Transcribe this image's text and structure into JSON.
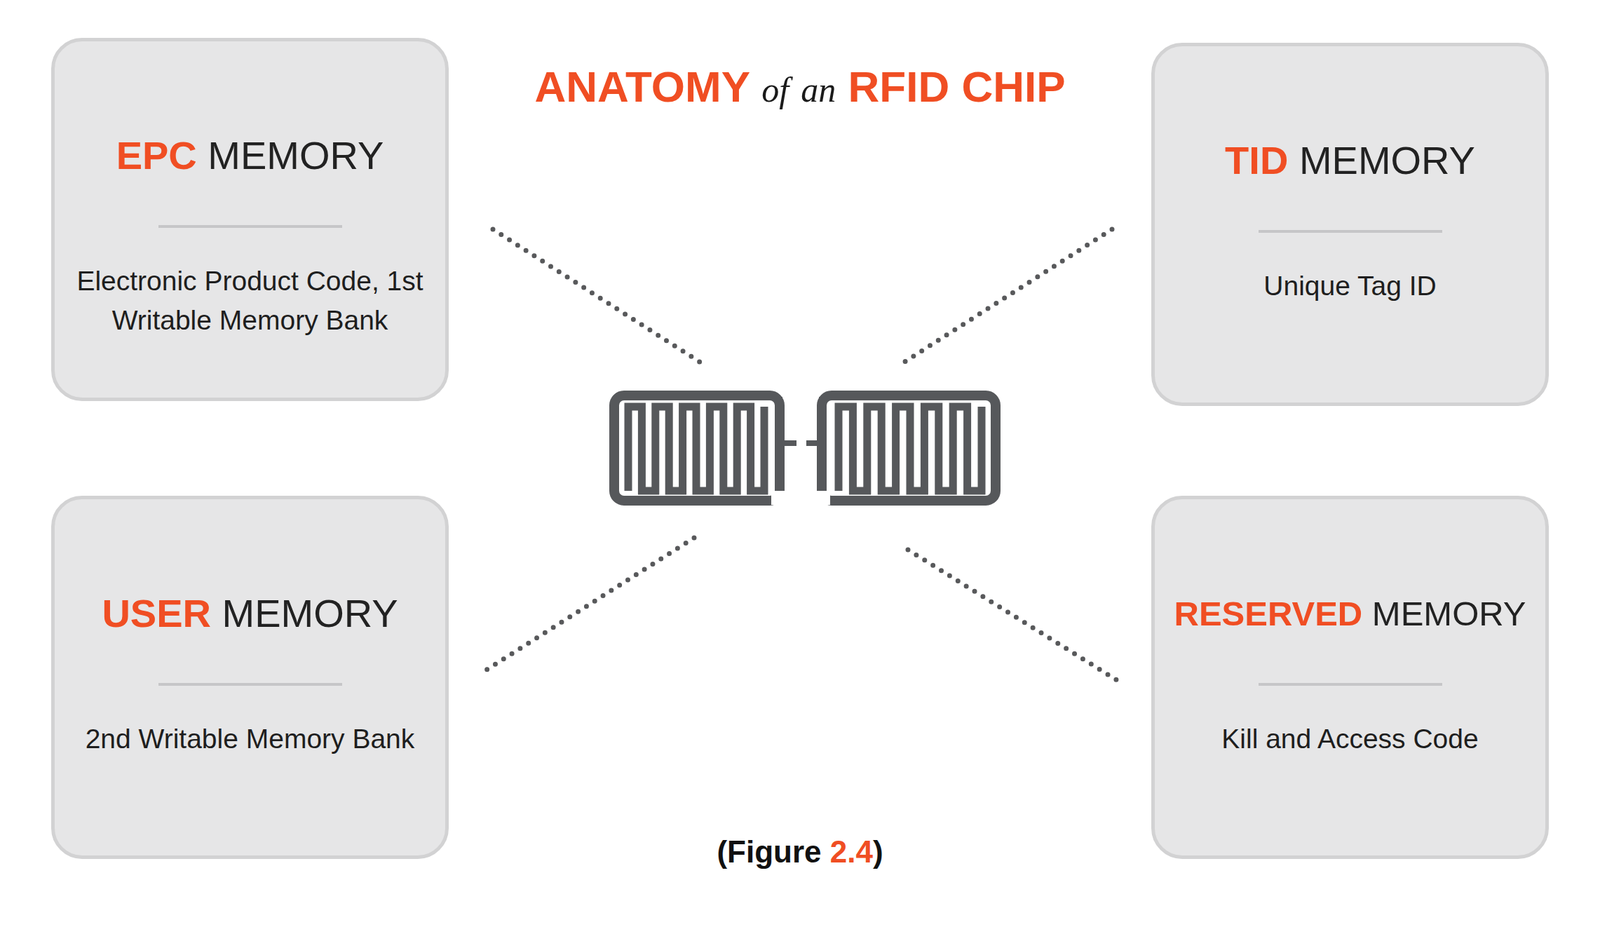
{
  "diagram": {
    "title": "ANATOMY of an RFID CHIP",
    "caption": "(Figure 2.4)",
    "nodes": [
      {
        "text": [
          "EPC MEMORY",
          "Electronic Product Code, 1st Writable Memory Bank"
        ]
      },
      {
        "text": [
          "TID MEMORY",
          "Unique Tag ID"
        ]
      },
      {
        "text": [
          "USER MEMORY",
          "2nd Writable Memory Bank"
        ]
      },
      {
        "text": [
          "RESERVED MEMORY",
          "Kill and Access Code"
        ]
      }
    ]
  }
}
